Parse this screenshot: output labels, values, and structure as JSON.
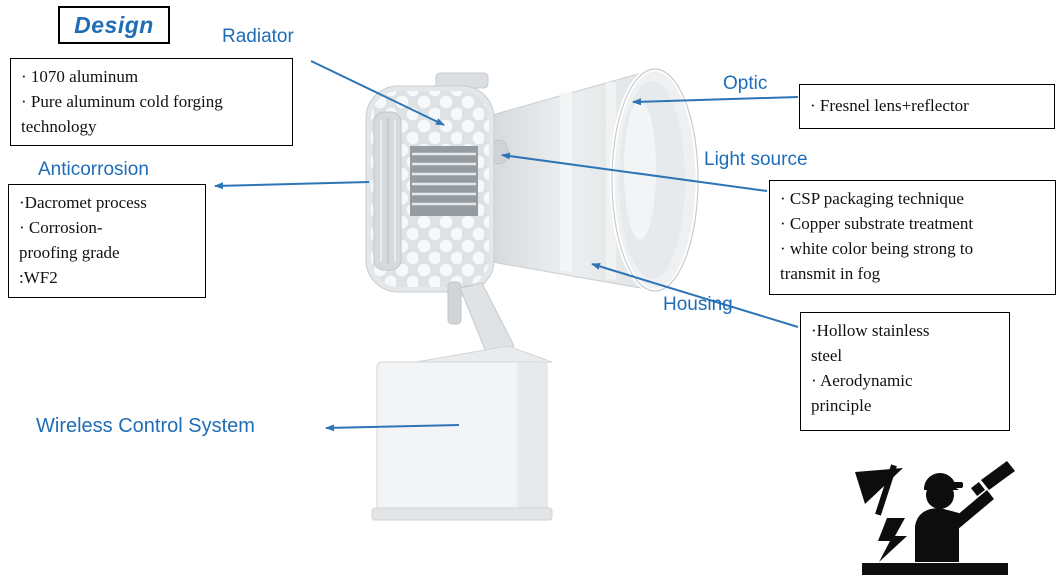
{
  "title": "Design",
  "callouts": {
    "radiator": {
      "label": "Radiator",
      "lines": [
        "· 1070 aluminum",
        "· Pure aluminum cold forging",
        "technology"
      ]
    },
    "anticorrosion": {
      "label": "Anticorrosion",
      "lines": [
        "·Dacromet process",
        "· Corrosion-",
        "proofing grade",
        ":WF2"
      ]
    },
    "optic": {
      "label": "Optic",
      "lines": [
        "· Fresnel lens+reflector"
      ]
    },
    "light_source": {
      "label": "Light source",
      "lines": [
        "· CSP packaging technique",
        "· Copper substrate treatment",
        "· white color being strong to",
        "transmit in fog"
      ]
    },
    "housing": {
      "label": "Housing",
      "lines": [
        "·Hollow stainless",
        "steel",
        "· Aerodynamic",
        "principle"
      ]
    },
    "wireless": {
      "label": "Wireless Control System"
    }
  },
  "icons": {
    "brand_logo": "lookout-worker-emblem"
  },
  "colors": {
    "accent_blue": "#1f6db6",
    "arrow_blue": "#2e75b6",
    "box_border": "#000000",
    "text": "#111111",
    "logo_black": "#0d0d0d"
  }
}
